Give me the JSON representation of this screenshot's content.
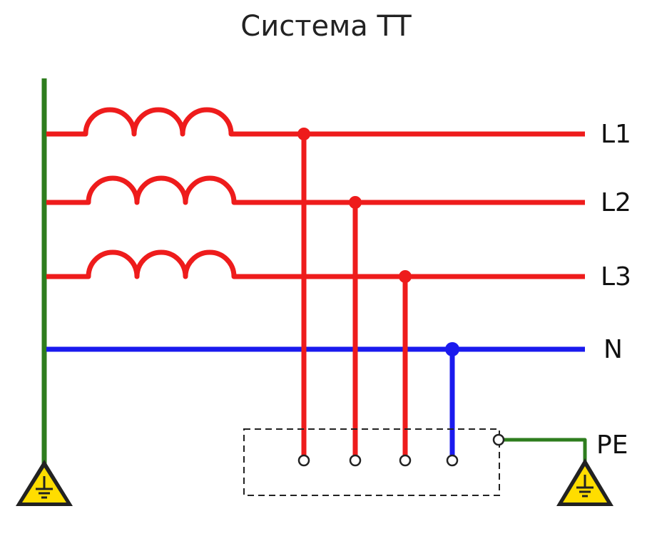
{
  "title": "Система TT",
  "labels": {
    "l1": "L1",
    "l2": "L2",
    "l3": "L3",
    "n": "N",
    "pe": "PE"
  },
  "colors": {
    "phase": "#ee1c1c",
    "neutral": "#1a1aee",
    "earth": "#2e7d1e",
    "warning_fill": "#ffdd00",
    "warning_border": "#222222"
  },
  "icons": {
    "left_ground": "ground-warning-icon",
    "right_ground": "ground-warning-icon"
  }
}
